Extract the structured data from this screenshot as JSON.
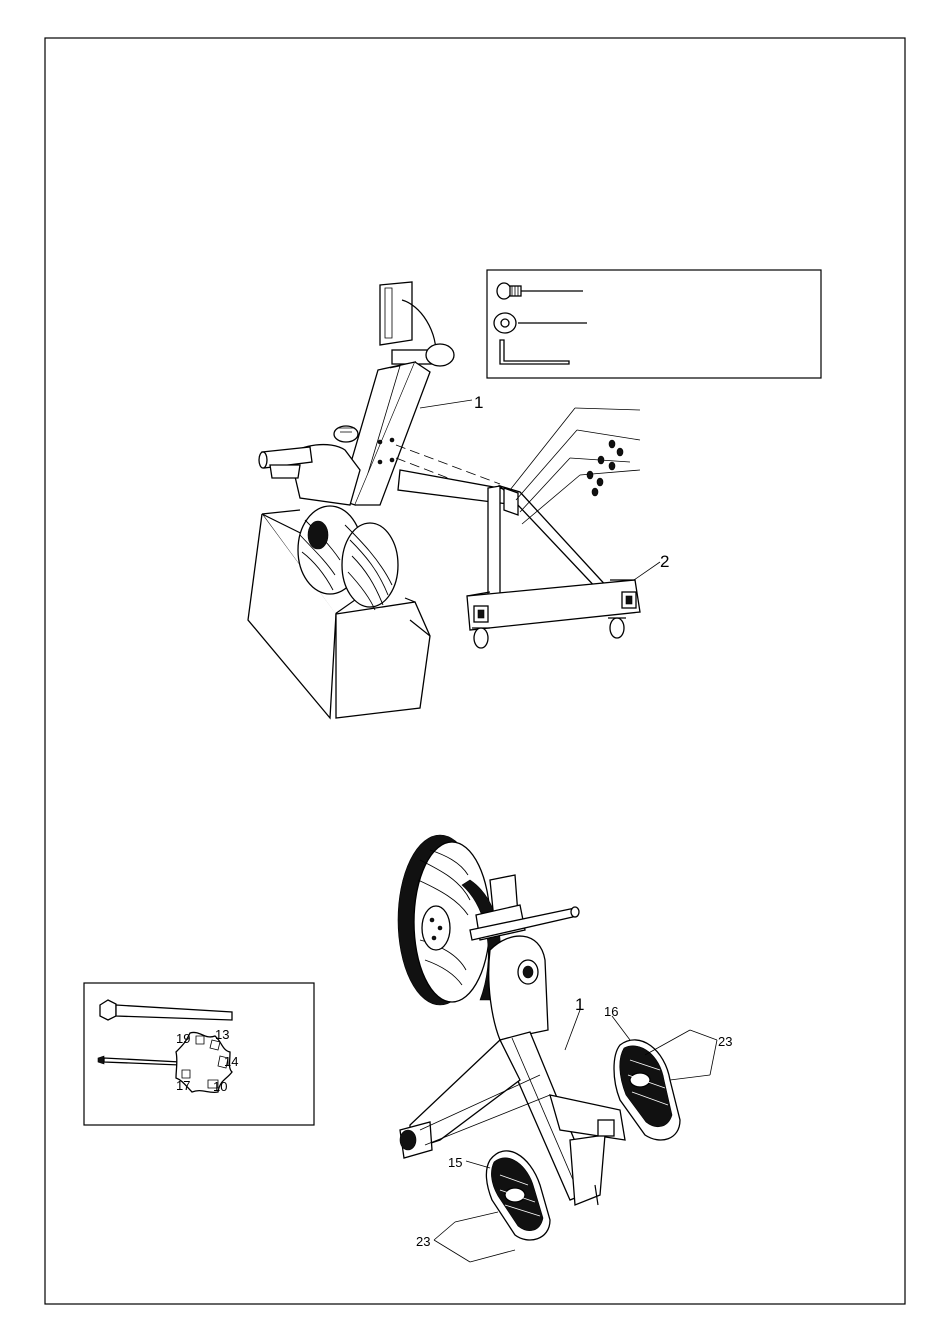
{
  "step1": {
    "callouts": [
      "1",
      "2"
    ]
  },
  "step2": {
    "callouts": [
      "1",
      "16",
      "23",
      "15",
      "23"
    ]
  },
  "tool_box": {
    "wrench_sizes": [
      "19",
      "13",
      "14",
      "17",
      "10"
    ]
  }
}
